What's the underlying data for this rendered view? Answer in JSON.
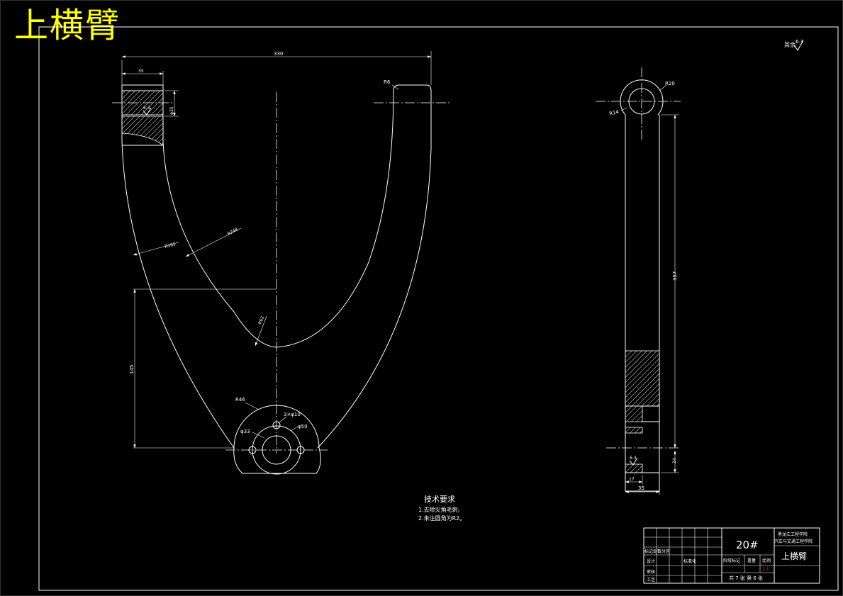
{
  "title": "上横臂",
  "roughness_note": "其余",
  "roughness_value": "6.3",
  "front_view": {
    "dim_overall_width": "330",
    "dim_top_left_width": "35",
    "dim_top_left_height": "φ35",
    "radius_r6": "R6",
    "radius_r385": "R385",
    "radius_r248": "R248",
    "radius_r62": "R62",
    "dim_height_145": "145",
    "radius_r46": "R46",
    "hole_3x10": "3×φ10",
    "dia_33": "φ33",
    "dia_50": "φ50",
    "roughness_mark": "6.3"
  },
  "side_view": {
    "radius_r20": "R20",
    "radius_r14": "R14",
    "dim_357": "357",
    "dim_24": "24",
    "dim_17": "17",
    "dim_35": "35",
    "roughness_mark": "6.3"
  },
  "tech_req": {
    "heading": "技术要求",
    "item1": "1.去除尖角毛刺;",
    "item2": "2.未注圆角为R2。"
  },
  "title_block": {
    "drawing_no": "20#",
    "school_line1": "黑龙江工程学院",
    "school_line2": "汽车与交通工程学院",
    "part_name": "上横臂",
    "label_mark": "标记处数分区",
    "label_design": "设计",
    "label_standard": "标准化",
    "label_review": "审核",
    "label_process": "工艺",
    "label_stage": "阶段标记",
    "label_weight": "重量",
    "label_scale": "比例",
    "scale_value": "1:1",
    "sheet_info": "共 7 张   第 6 张"
  }
}
